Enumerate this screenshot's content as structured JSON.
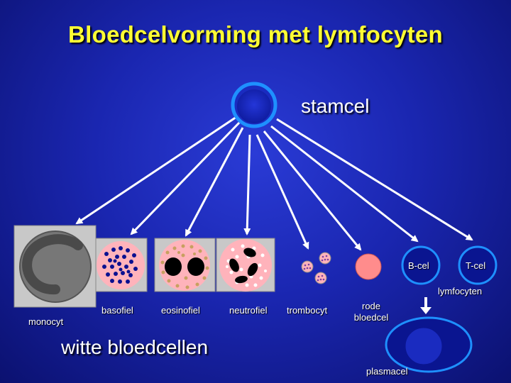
{
  "title": "Bloedcelvorming met lymfocyten",
  "labels": {
    "stamcel": "stamcel",
    "monocyt": "monocyt",
    "basofiel": "basofiel",
    "eosinofiel": "eosinofiel",
    "neutrofiel": "neutrofiel",
    "trombocyt": "trombocyt",
    "rode_bloedcel": "rode\nbloedcel",
    "b_cel": "B-cel",
    "t_cel": "T-cel",
    "lymfocyten": "lymfocyten",
    "witte_bloedcellen": "witte bloedcellen",
    "plasmacel": "plasmacel"
  },
  "colors": {
    "title": "#ffff33",
    "background": "#1a26b0",
    "stem_cell_fill": "#1a2bc0",
    "stem_cell_ring": "#1e90ff",
    "cell_pink": "#ffb3bb",
    "red_cell": "#ff8c8c",
    "monocyte": "#8a8a8a",
    "lymphocyte_fill": "#0a1590",
    "lymphocyte_ring": "#1e90ff"
  }
}
